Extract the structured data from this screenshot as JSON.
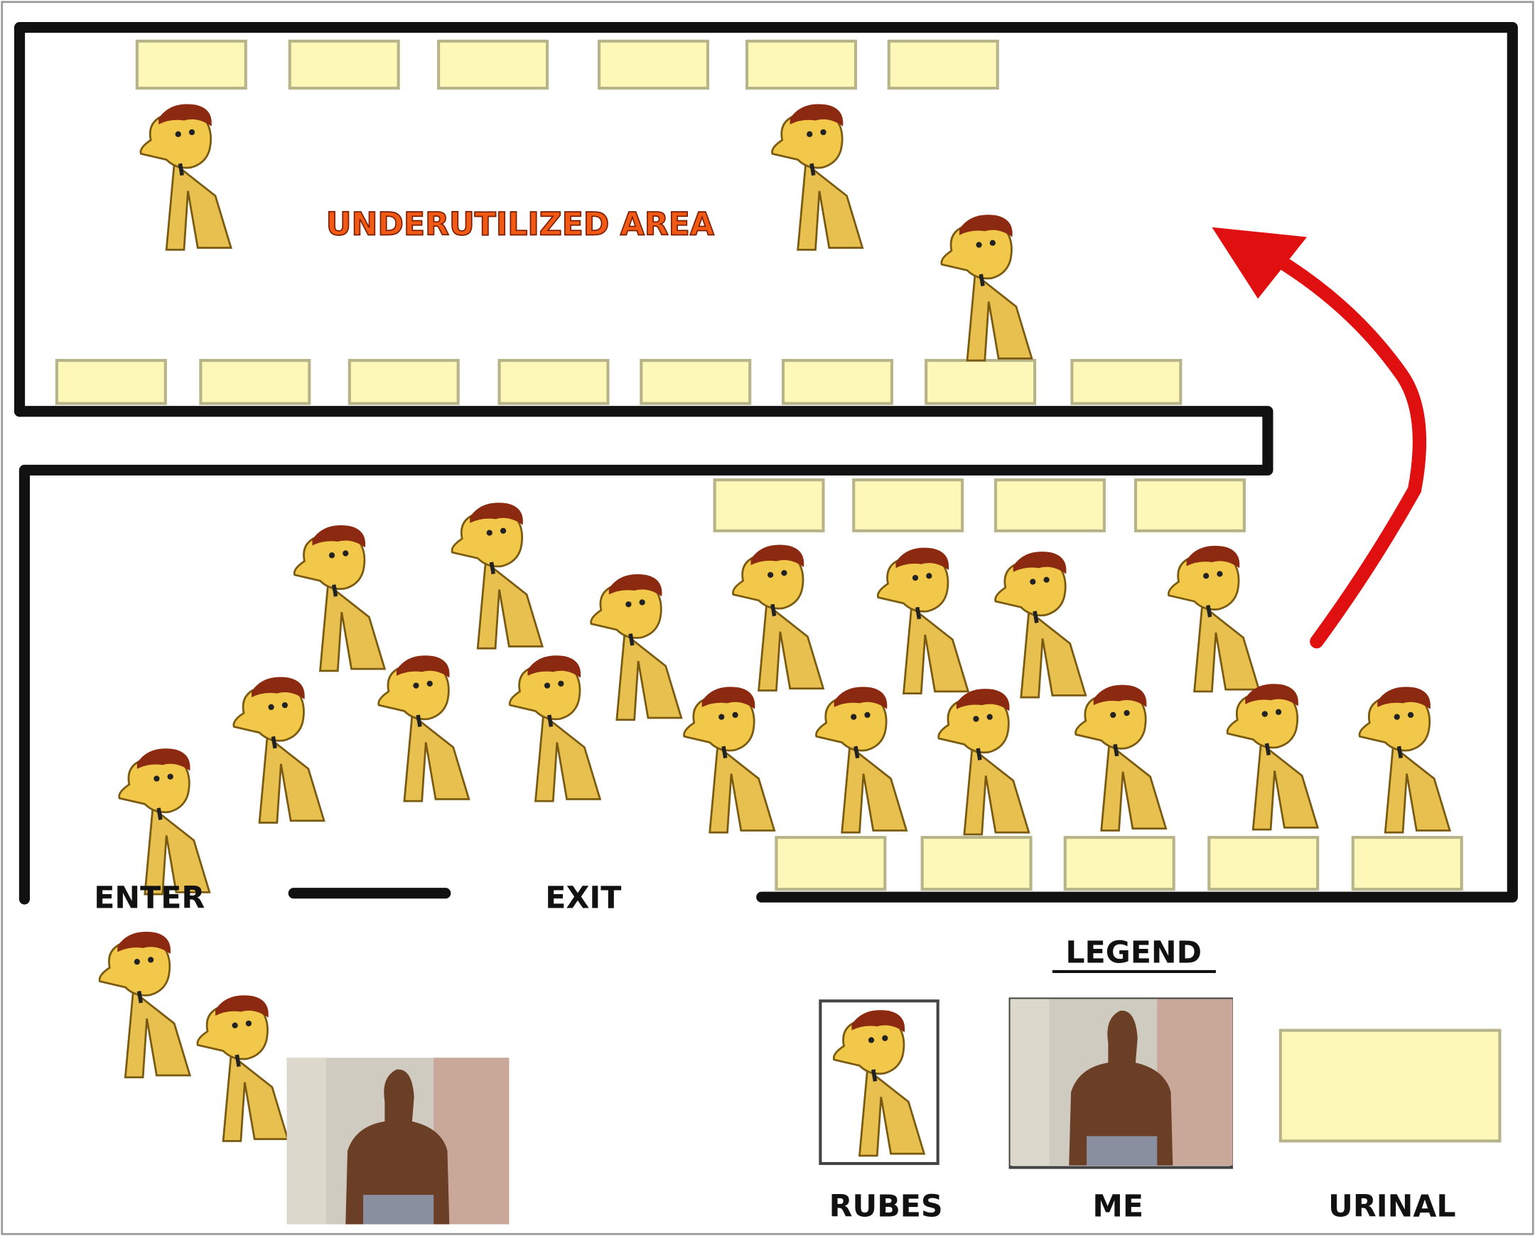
{
  "diagram": {
    "annotation": "UNDERUTILIZED AREA",
    "enter_label": "ENTER",
    "exit_label": "EXIT"
  },
  "legend": {
    "title": "LEGEND",
    "items": [
      {
        "label": "RUBES",
        "icon": "rube-figure"
      },
      {
        "label": "ME",
        "icon": "person-photo"
      },
      {
        "label": "URINAL",
        "icon": "urinal-rectangle"
      }
    ]
  },
  "colors": {
    "wall": "#111111",
    "urinal_fill": "#fdf8b8",
    "urinal_stroke": "#b8b48a",
    "arrow": "#e01010",
    "annotation": "#f05a14"
  }
}
